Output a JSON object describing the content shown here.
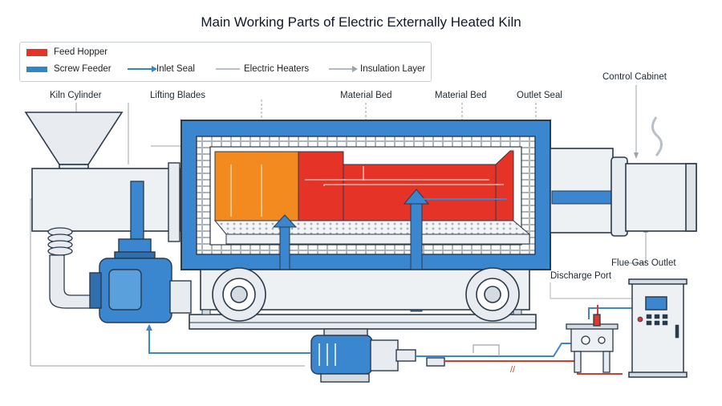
{
  "title": "Main Working Parts of Electric Externally Heated Kiln",
  "legend": [
    {
      "label": "Feed Hopper",
      "icon": "red-swatch",
      "color": "#e53327"
    },
    {
      "label": "Screw Feeder",
      "icon": "blue-swatch",
      "color": "#2f86c9"
    },
    {
      "label": "Inlet Seal",
      "icon": "blue-arrow",
      "color": "#2f86c9"
    },
    {
      "label": "Electric Heaters",
      "icon": "gray-line",
      "color": "#b9c0c8"
    },
    {
      "label": "Insulation Layer",
      "icon": "gray-arrow",
      "color": "#9aa3ad"
    }
  ],
  "callouts": {
    "kiln_cylinder": "Kiln Cylinder",
    "lifting_blades": "Lifting Blades",
    "material_bed_1": "Material Bed",
    "material_bed_2": "Material Bed",
    "outlet_seal": "Outlet Seal",
    "control_cabinet": "Control Cabinet",
    "flue_gas_outlet": "Flue Gas Outlet",
    "discharge_port": "Discharge Port"
  },
  "colors": {
    "shell_blue": "#3a86cf",
    "hot_red": "#e53327",
    "warm_orange": "#f28a1f",
    "steel": "#e8ecf0",
    "outline": "#2b3a4a"
  }
}
